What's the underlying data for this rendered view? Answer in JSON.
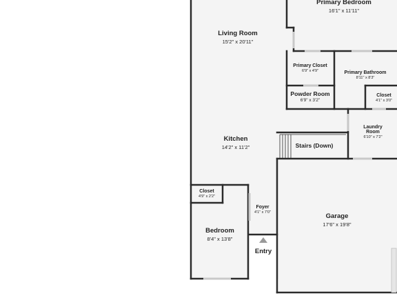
{
  "rooms": {
    "primary_bedroom": {
      "name": "Primary Bedroom",
      "dims": "16'1\" x 11'11\""
    },
    "living_room": {
      "name": "Living Room",
      "dims": "15'2\" x 20'11\""
    },
    "primary_closet": {
      "name": "Primary Closet",
      "dims": "6'9\" x 4'9\""
    },
    "primary_bathroom": {
      "name": "Primary Bathroom",
      "dims": "8'11\" x 8'3\""
    },
    "powder_room": {
      "name": "Powder Room",
      "dims": "6'9\" x 3'2\""
    },
    "closet_right": {
      "name": "Closet",
      "dims": "4'1\" x 3'0\""
    },
    "laundry_room": {
      "name": "Laundry Room",
      "dims": "6'10\" x 7'2\""
    },
    "kitchen": {
      "name": "Kitchen",
      "dims": "14'2\" x 11'2\""
    },
    "stairs": {
      "name": "Stairs (Down)"
    },
    "closet_left": {
      "name": "Closet",
      "dims": "4'9\" x 2'2\""
    },
    "foyer": {
      "name": "Foyer",
      "dims": "4'1\" x 7'0\""
    },
    "bedroom": {
      "name": "Bedroom",
      "dims": "8'4\" x 13'8\""
    },
    "garage": {
      "name": "Garage",
      "dims": "17'6\" x 19'8\""
    },
    "entry": {
      "name": "Entry"
    }
  },
  "colors": {
    "wall": "#2b2b2b",
    "floor": "#f4f4f4",
    "window": "#c8c8c8",
    "entry_arrow": "#999999"
  }
}
